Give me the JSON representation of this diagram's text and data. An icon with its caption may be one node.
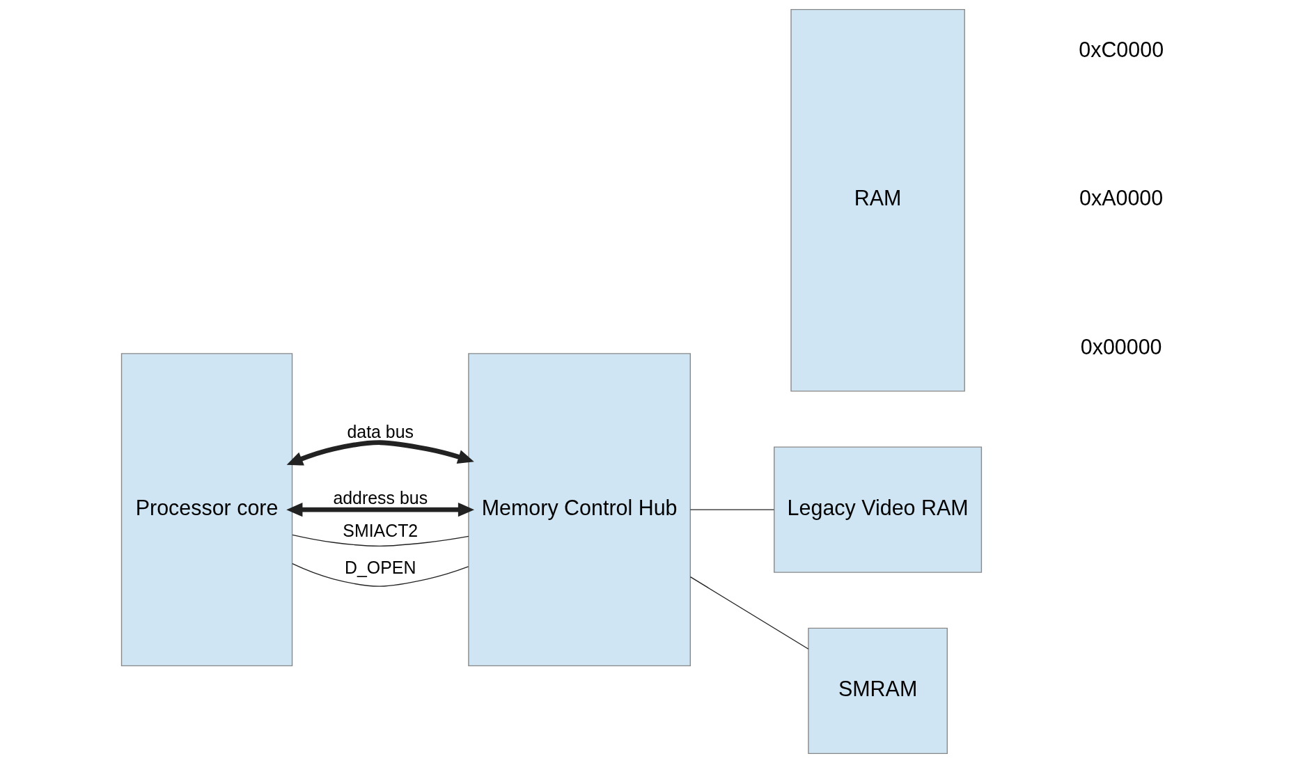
{
  "diagram": {
    "nodes": [
      {
        "text": [
          "Processor core"
        ]
      },
      {
        "text": [
          "Memory Control Hub"
        ]
      },
      {
        "text": [
          "RAM"
        ]
      },
      {
        "text": [
          "Legacy Video RAM"
        ]
      },
      {
        "text": [
          "SMRAM"
        ]
      }
    ],
    "edges": [
      {
        "from": 0,
        "to": 1,
        "arrow": "both",
        "label": "data bus",
        "style": "thick"
      },
      {
        "from": 0,
        "to": 1,
        "arrow": "both",
        "label": "address bus",
        "style": "thick"
      },
      {
        "from": 0,
        "to": 1,
        "arrow": "none",
        "label": "SMIACT2"
      },
      {
        "from": 0,
        "to": 1,
        "arrow": "none",
        "label": "D_OPEN"
      },
      {
        "from": 1,
        "to": 3,
        "arrow": "none"
      },
      {
        "from": 1,
        "to": 4,
        "arrow": "none"
      }
    ],
    "labels": [
      "0xC0000",
      "0xA0000",
      "0x00000"
    ]
  }
}
